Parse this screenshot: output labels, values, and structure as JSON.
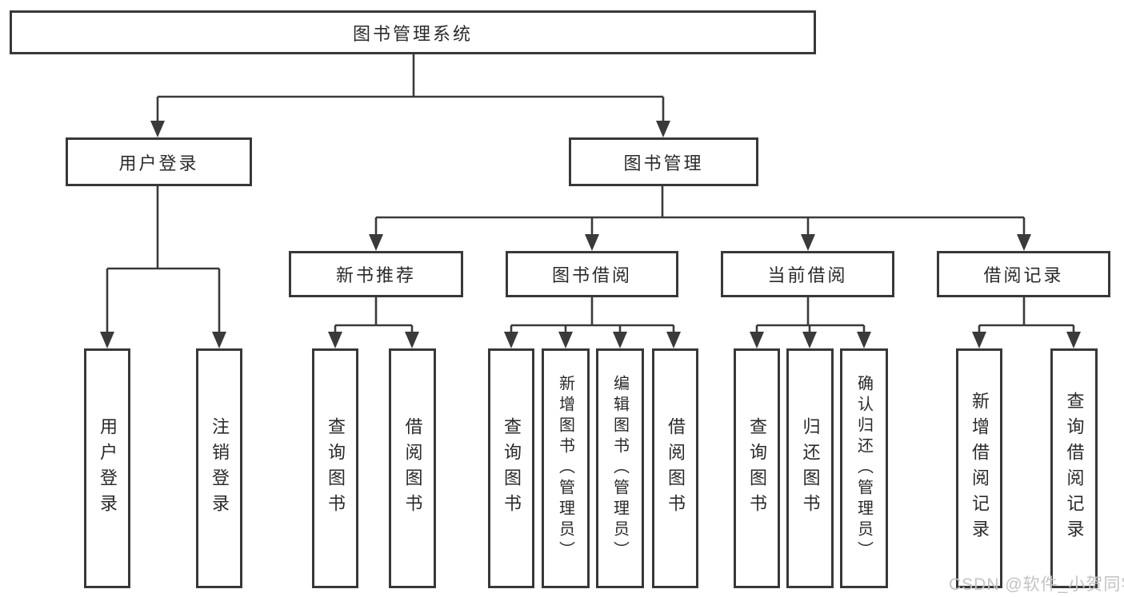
{
  "colors": {
    "box_border": "#383838",
    "connector_line": "#3a3a3a",
    "text": "#2a2a2a",
    "background": "#ffffff",
    "watermark_text": "#c3c3c7"
  },
  "watermark": {
    "text": "CSDN @软件_小贺同学"
  },
  "diagram": {
    "type": "hierarchy-tree",
    "root": {
      "label": "图书管理系统"
    },
    "level2": [
      {
        "label": "用户登录",
        "parent": "图书管理系统"
      },
      {
        "label": "图书管理",
        "parent": "图书管理系统"
      }
    ],
    "level3": [
      {
        "label": "新书推荐",
        "parent": "图书管理"
      },
      {
        "label": "图书借阅",
        "parent": "图书管理"
      },
      {
        "label": "当前借阅",
        "parent": "图书管理"
      },
      {
        "label": "借阅记录",
        "parent": "图书管理"
      }
    ],
    "leaves": [
      {
        "label": "用户登录",
        "parent": "用户登录"
      },
      {
        "label": "注销登录",
        "parent": "用户登录"
      },
      {
        "label": "查询图书",
        "parent": "新书推荐"
      },
      {
        "label": "借阅图书",
        "parent": "新书推荐"
      },
      {
        "label": "查询图书",
        "parent": "图书借阅"
      },
      {
        "label": "新增图书（管理员）",
        "parent": "图书借阅"
      },
      {
        "label": "编辑图书（管理员）",
        "parent": "图书借阅"
      },
      {
        "label": "借阅图书",
        "parent": "图书借阅"
      },
      {
        "label": "查询图书",
        "parent": "当前借阅"
      },
      {
        "label": "归还图书",
        "parent": "当前借阅"
      },
      {
        "label": "确认归还（管理员）",
        "parent": "当前借阅"
      },
      {
        "label": "新增借阅记录",
        "parent": "借阅记录"
      },
      {
        "label": "查询借阅记录",
        "parent": "借阅记录"
      }
    ]
  }
}
